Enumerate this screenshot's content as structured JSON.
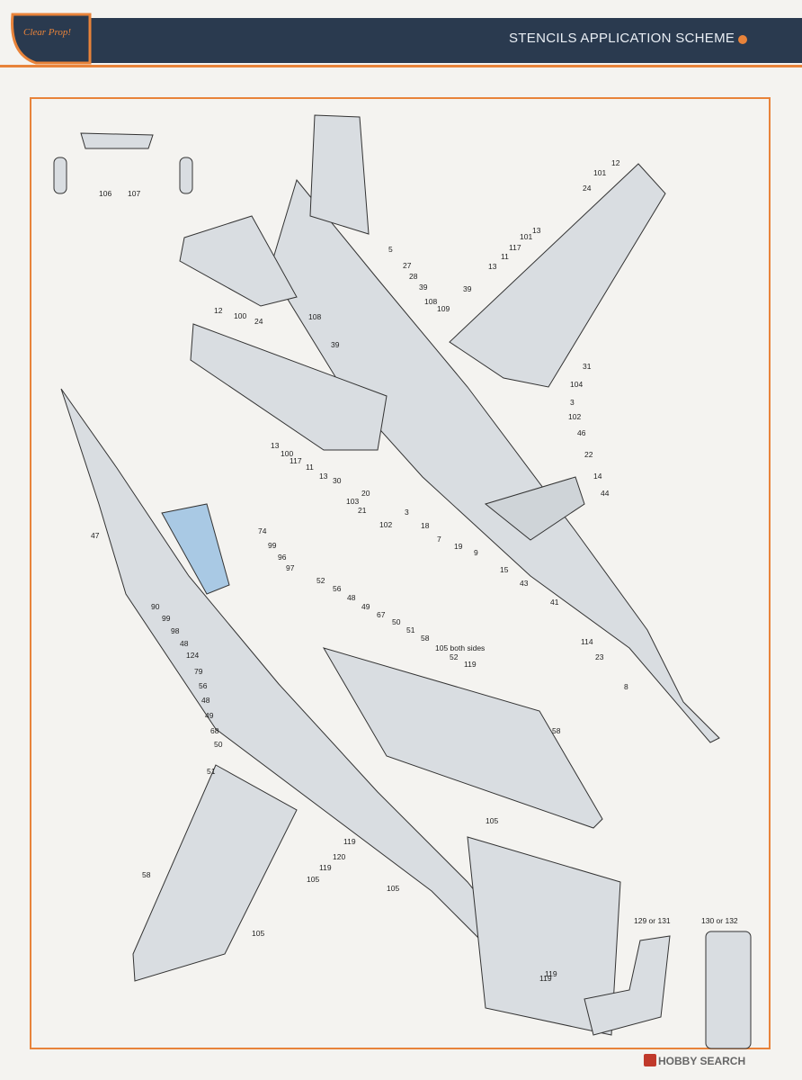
{
  "header": {
    "title": "STENCILS APPLICATION SCHEME",
    "logo_text": "Clear Prop!",
    "colors": {
      "bar": "#2a3a4f",
      "accent": "#e8833a"
    }
  },
  "detail_labels": {
    "gear_left": "106",
    "gear_right": "107",
    "seat_side": "129 or 131",
    "seat_front": "130 or 132"
  },
  "top_view_labels": [
    "12",
    "101",
    "24",
    "13",
    "101",
    "117",
    "11",
    "13",
    "5",
    "27",
    "28",
    "39",
    "108",
    "109",
    "39",
    "12",
    "100",
    "24",
    "108",
    "39",
    "31",
    "104",
    "3",
    "102",
    "46",
    "22",
    "14",
    "44",
    "13",
    "100",
    "117",
    "11",
    "13",
    "30",
    "20",
    "21",
    "103",
    "102",
    "3",
    "18",
    "7",
    "19",
    "9",
    "15",
    "43",
    "41",
    "114",
    "23",
    "8"
  ],
  "bottom_view_labels": [
    "47",
    "74",
    "99",
    "96",
    "97",
    "90",
    "99",
    "98",
    "48",
    "124",
    "79",
    "56",
    "48",
    "49",
    "68",
    "50",
    "51",
    "52",
    "56",
    "48",
    "49",
    "67",
    "50",
    "51",
    "58",
    "105 both sides",
    "52",
    "119",
    "58",
    "105",
    "119",
    "120",
    "119",
    "105",
    "58",
    "105",
    "105",
    "119",
    "119"
  ],
  "watermark": "HOBBY SEARCH"
}
